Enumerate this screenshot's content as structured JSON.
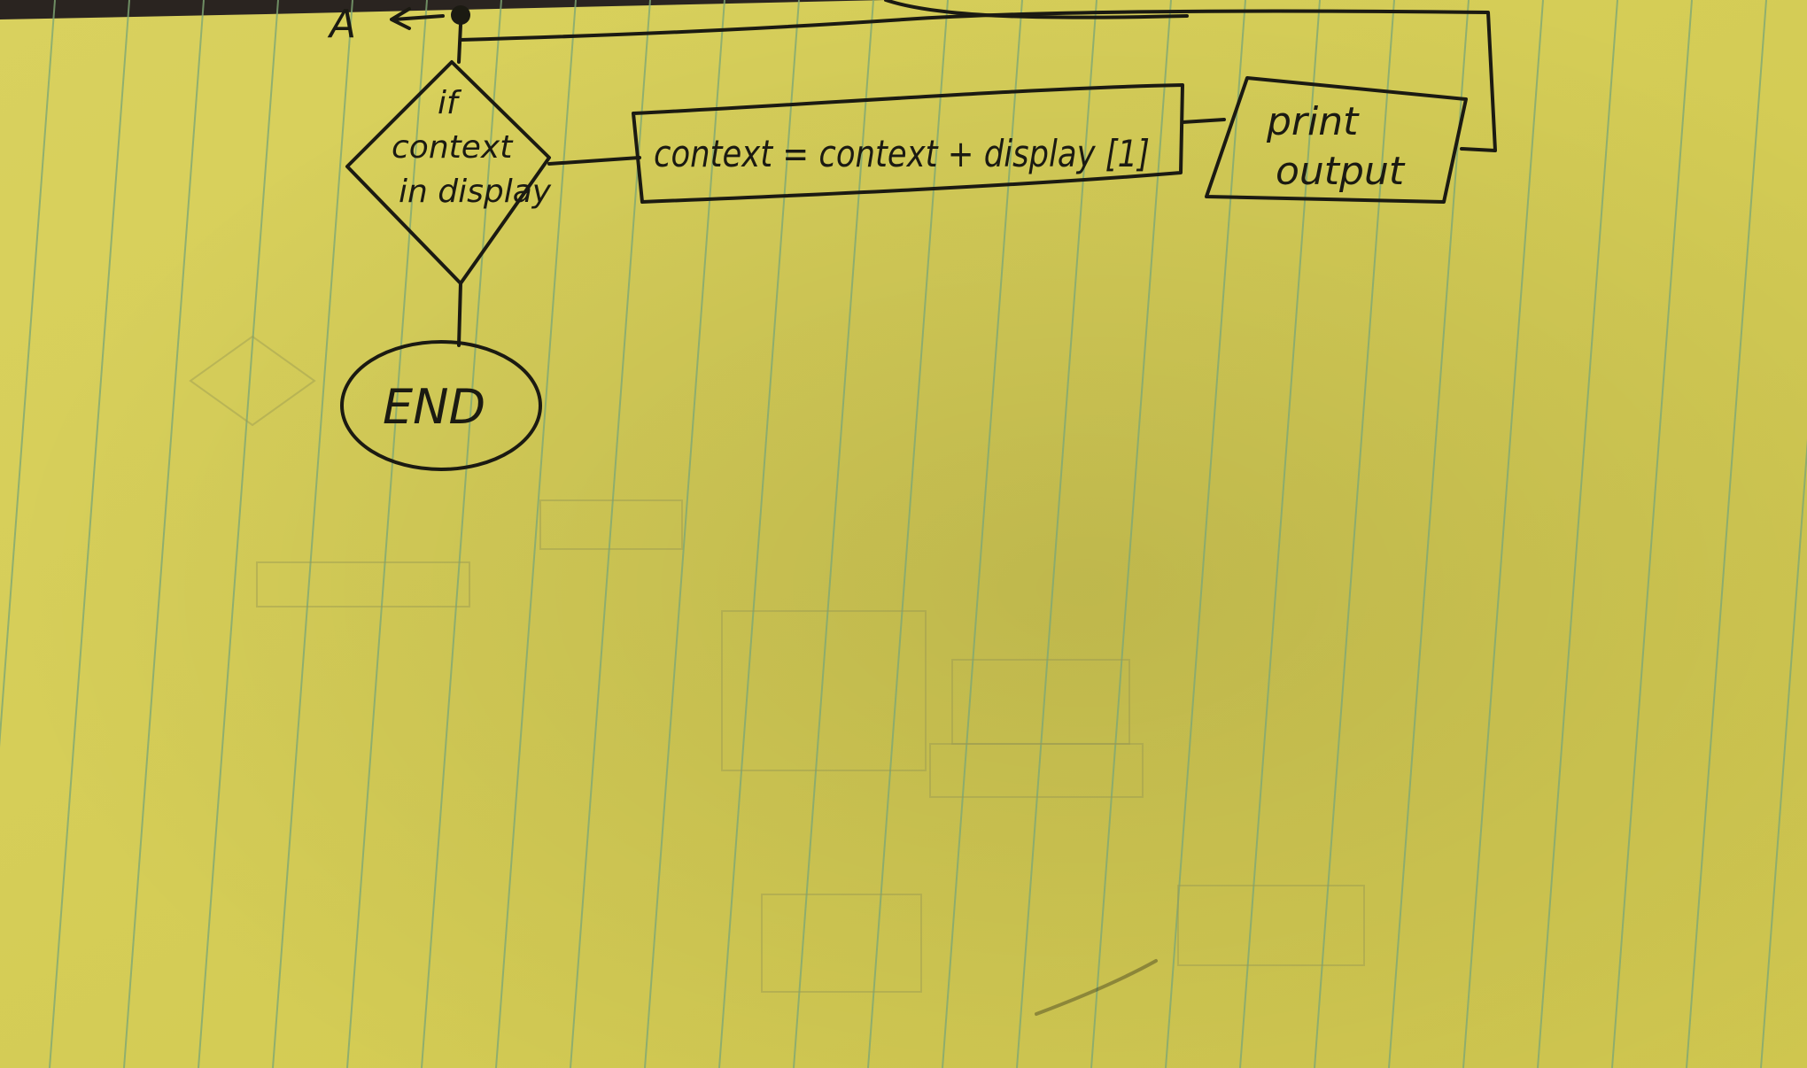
{
  "diagram": {
    "connector_label": "A",
    "decision_text": [
      "if",
      "context",
      "in display"
    ],
    "process_text": "context = context + display [1]",
    "io_text": [
      "print",
      "output"
    ],
    "terminal_text": "END"
  },
  "colors": {
    "paper": "#d6cf5a",
    "paper_light": "#ddd565",
    "rule_line": "#7fa874",
    "ink": "#1b1a12"
  }
}
